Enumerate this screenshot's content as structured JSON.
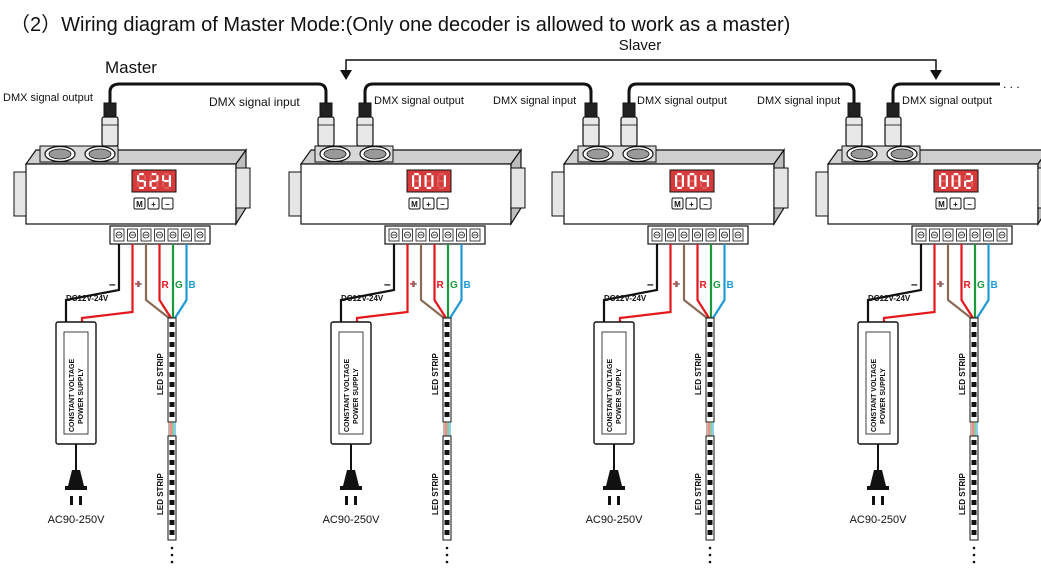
{
  "title": "（2）Wiring diagram of Master Mode:(Only one decoder is allowed to work as a master)",
  "master_label": "Master",
  "slaver_label": "Slaver",
  "ellipsis": ". . .",
  "labels": {
    "dmx_output": "DMX signal output",
    "dmx_input": "DMX signal input",
    "dc": "DC12V-24V",
    "ac": "AC90-250V",
    "psu_line1": "CONSTANT VOLTAGE",
    "psu_line2": "POWER SUPPLY",
    "led_strip": "LED STRIP",
    "minus": "–",
    "plus": "+",
    "r": "R",
    "g": "G",
    "b": "B",
    "btn_m": "M",
    "btn_plus": "+",
    "btn_minus": "–"
  },
  "decoders": [
    {
      "role": "master",
      "display": "524"
    },
    {
      "role": "slaver",
      "display": "001"
    },
    {
      "role": "slaver",
      "display": "004"
    },
    {
      "role": "slaver",
      "display": "002"
    }
  ],
  "colors": {
    "red": "#e3171c",
    "green": "#1a9a3a",
    "blue": "#1f9ad6",
    "brown": "#8a6a55",
    "display_bg": "#d63a3a",
    "black": "#111111"
  }
}
